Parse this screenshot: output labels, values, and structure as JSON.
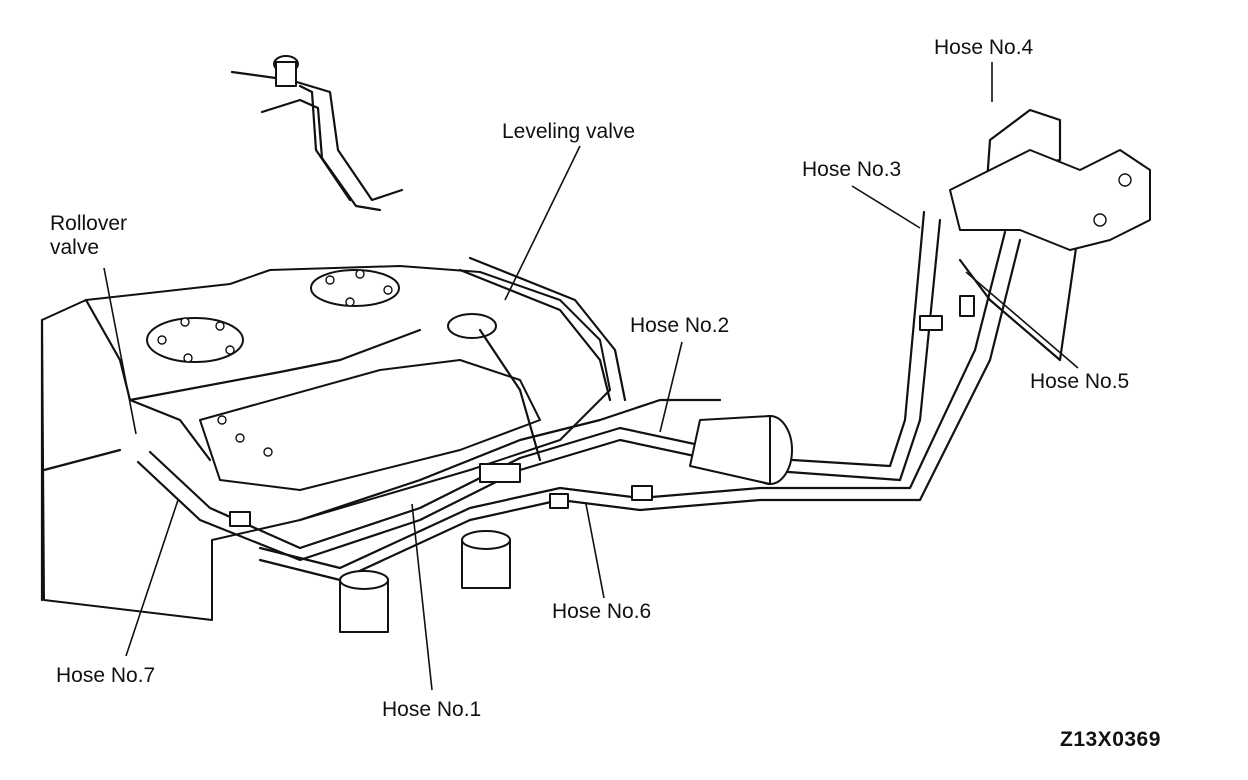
{
  "labels": {
    "hose4": "Hose No.4",
    "hose3": "Hose No.3",
    "leveling": "Leveling valve",
    "rollover_line1": "Rollover",
    "rollover_line2": "valve",
    "hose2": "Hose No.2",
    "hose5": "Hose No.5",
    "hose6": "Hose No.6",
    "hose7": "Hose No.7",
    "hose1": "Hose No.1"
  },
  "figure_code": "Z13X0369"
}
